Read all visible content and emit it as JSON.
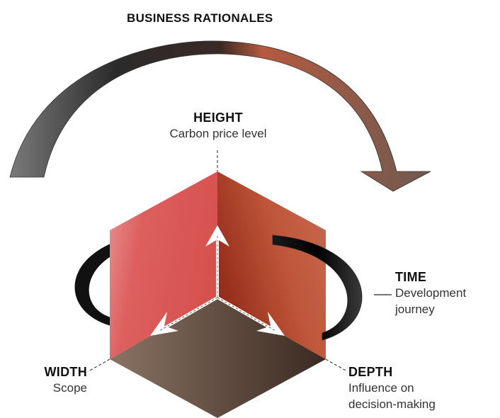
{
  "title": "BUSINESS RATIONALES",
  "height": {
    "heading": "HEIGHT",
    "desc": "Carbon price level"
  },
  "time": {
    "heading": "TIME",
    "desc_line1": "Development",
    "desc_line2": "journey"
  },
  "width": {
    "heading": "WIDTH",
    "desc": "Scope"
  },
  "depth": {
    "heading": "DEPTH",
    "desc_line1": "Influence on",
    "desc_line2": "decision-making"
  },
  "colors": {
    "left_face": "#d95a58",
    "right_face": "#c0583a",
    "bottom_face": "#5e4a3f",
    "arc_dark": "#2a2a2a",
    "arc_rust": "#b55a3e",
    "axis_arrow": "#ffffff"
  }
}
